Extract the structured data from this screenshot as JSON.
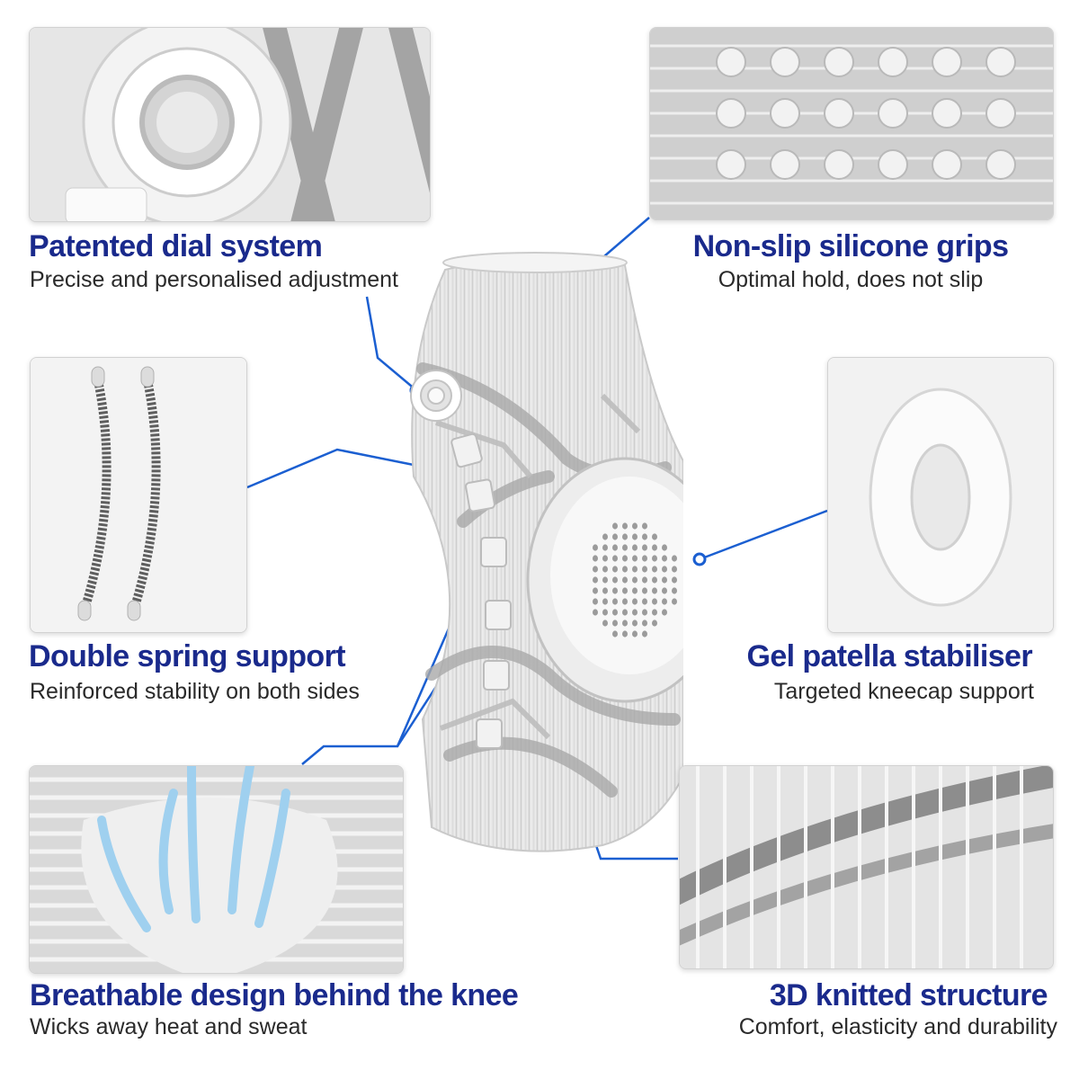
{
  "colors": {
    "title": "#1a2a8c",
    "subtitle": "#2a2a2a",
    "leader_line": "#1b5fd1",
    "fabric_light": "#eeeeee",
    "fabric_dark": "#9a9a9a"
  },
  "features": [
    {
      "title": "Patented dial system",
      "subtitle": "Precise and personalised adjustment",
      "image": "dial-closeup"
    },
    {
      "title": "Non-slip silicone grips",
      "subtitle": "Optimal hold, does not slip",
      "image": "silicone-dots-closeup"
    },
    {
      "title": "Double spring support",
      "subtitle": "Reinforced stability on both sides",
      "image": "steel-springs"
    },
    {
      "title": "Gel patella stabiliser",
      "subtitle": "Targeted kneecap support",
      "image": "gel-ring"
    },
    {
      "title": "Breathable design behind the knee",
      "subtitle": "Wicks away heat and sweat",
      "image": "breathable-mesh-arrows"
    },
    {
      "title": "3D knitted structure",
      "subtitle": "Comfort, elasticity and durability",
      "image": "knit-texture"
    }
  ],
  "product": "knee-sleeve"
}
